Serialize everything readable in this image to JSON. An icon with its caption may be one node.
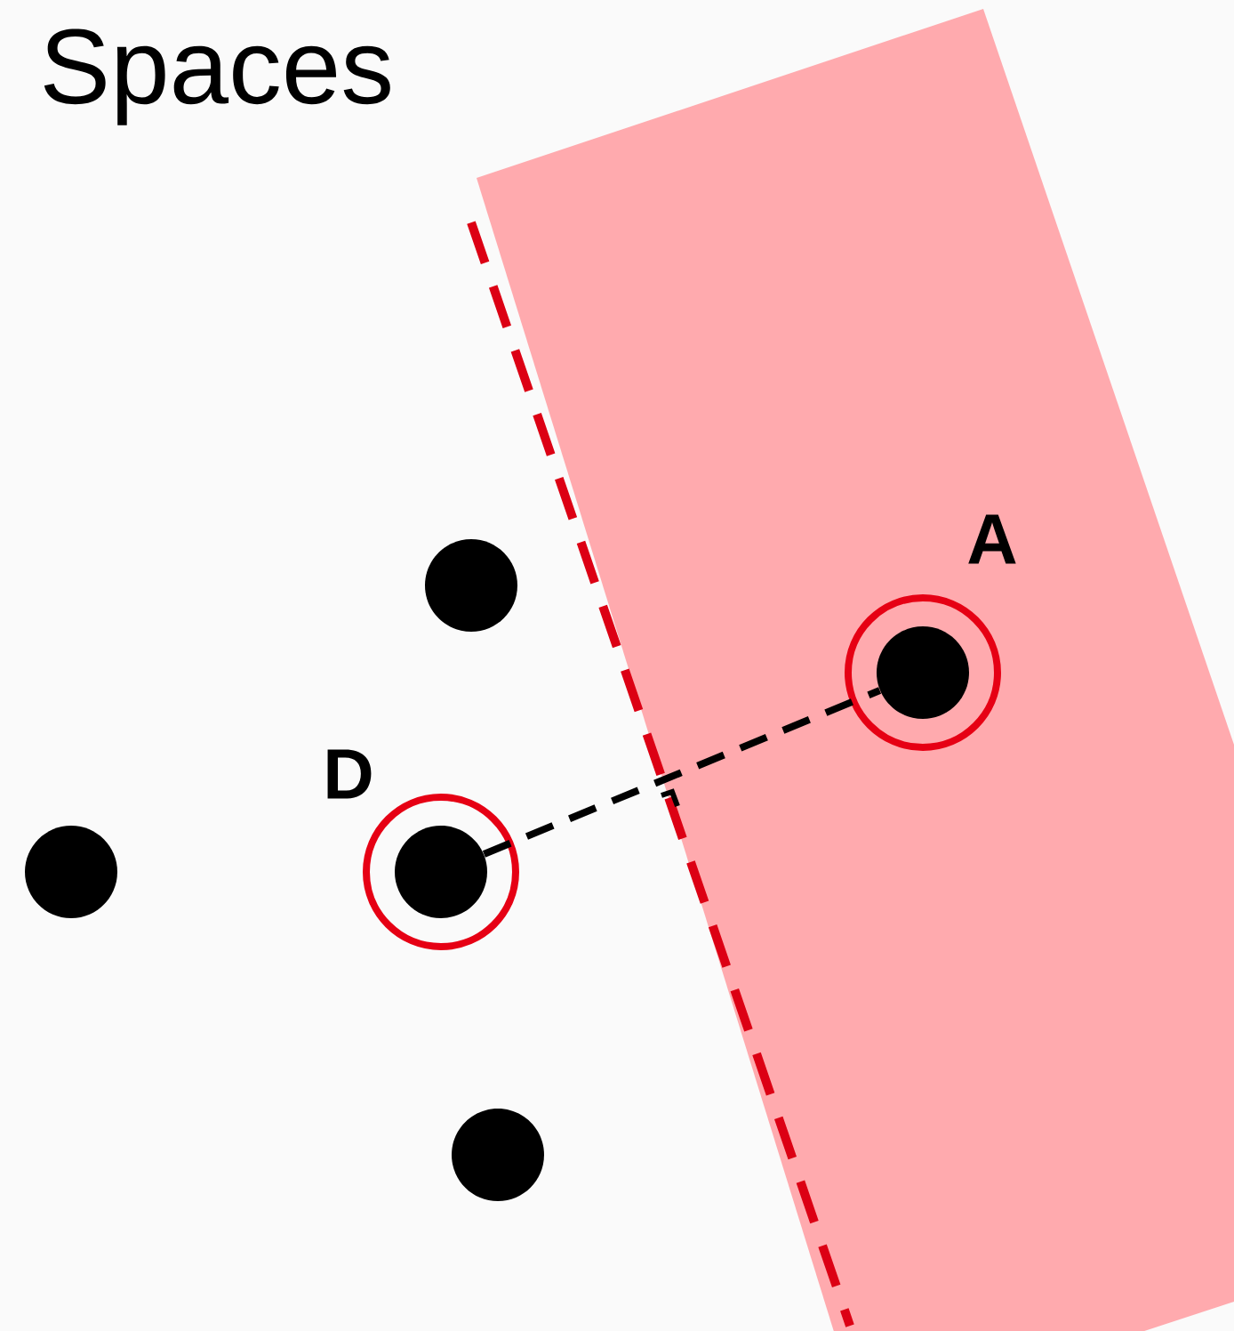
{
  "diagram": {
    "title": "Spaces",
    "nodes": [
      {
        "text": [],
        "shape": "circle"
      },
      {
        "text": [
          "A"
        ]
      },
      {
        "text": [],
        "shape": "circle"
      },
      {
        "text": [
          "D"
        ]
      },
      {
        "text": [],
        "shape": "circle"
      }
    ],
    "edges": [
      {
        "from": 3,
        "to": 1,
        "arrow": "none",
        "style": "dashed"
      }
    ]
  }
}
